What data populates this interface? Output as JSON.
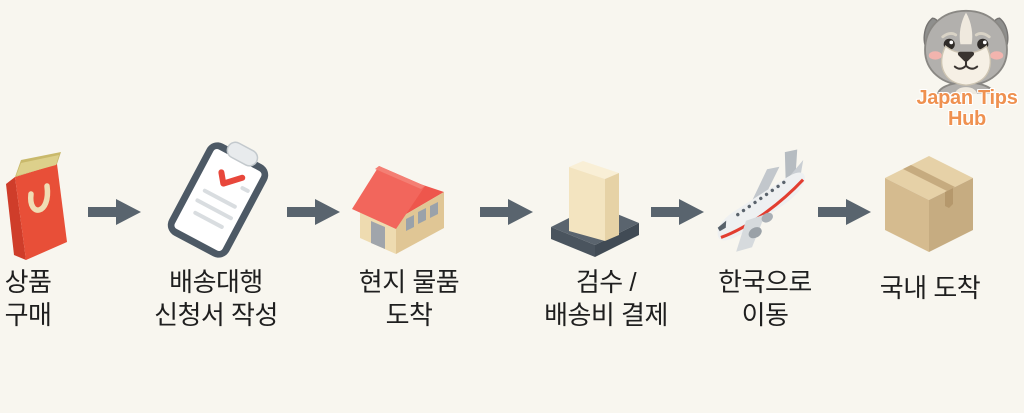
{
  "page": {
    "background": "#f8f6ef"
  },
  "logo": {
    "mascot": "schnauzer-dog",
    "brand_line1": "Japan Tips",
    "brand_line2": "Hub",
    "text_color": "#ef9150"
  },
  "flow": {
    "arrow_color": "#59646e",
    "text_color": "#1f1f1f",
    "steps": [
      {
        "id": "purchase",
        "icon": "shopping-bag-icon",
        "label_lines": [
          "상품",
          "구매"
        ]
      },
      {
        "id": "application",
        "icon": "clipboard-checklist-icon",
        "label_lines": [
          "배송대행",
          "신청서 작성"
        ]
      },
      {
        "id": "local-arrival",
        "icon": "house-icon",
        "label_lines": [
          "현지 물품",
          "도착"
        ]
      },
      {
        "id": "inspection-payment",
        "icon": "package-on-pallet-icon",
        "label_lines": [
          "검수 /",
          "배송비 결제"
        ]
      },
      {
        "id": "to-korea",
        "icon": "airplane-icon",
        "label_lines": [
          "한국으로",
          "이동"
        ]
      },
      {
        "id": "domestic-arrival",
        "icon": "cardboard-box-icon",
        "label_lines": [
          "국내 도착"
        ]
      }
    ]
  },
  "palette": {
    "bag_red": "#e84f38",
    "clipboard_slate": "#4d5965",
    "roof_red": "#f2665c",
    "wall_cream": "#eedbb0",
    "pallet_slate": "#5a646e",
    "plane_gray": "#eef0f1",
    "box_tan": "#d5bb8f"
  }
}
